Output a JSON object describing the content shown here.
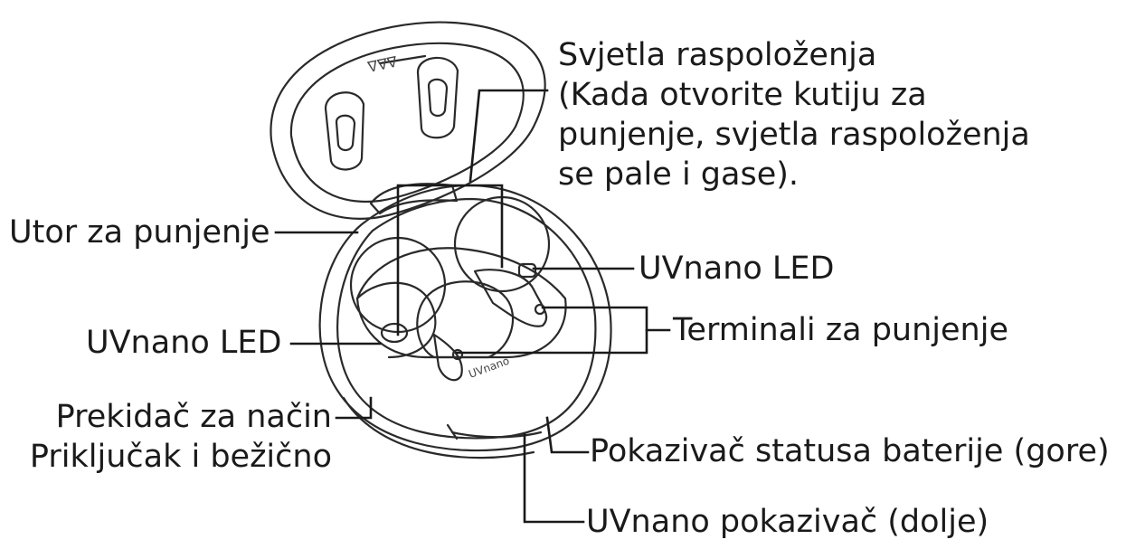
{
  "labels": {
    "mood_lights_title": "Svjetla raspoloženja",
    "mood_lights_line2": "(Kada otvorite kutiju za",
    "mood_lights_line3": "punjenje, svjetla raspoloženja",
    "mood_lights_line4": "se pale i gase).",
    "charging_slot": "Utor za punjenje",
    "uvnano_led_right": "UVnano LED",
    "uvnano_led_left": "UVnano LED",
    "charging_terminals": "Terminali za punjenje",
    "mode_switch_line1": "Prekidač za način",
    "mode_switch_line2": "Priključak i bežično",
    "battery_status": "Pokazivač statusa baterije (gore)",
    "uvnano_indicator": "UVnano pokazivač (dolje)"
  },
  "device_text": {
    "lid_brand": "ᐁᐁᐁ",
    "case_brand": "UVnano"
  }
}
